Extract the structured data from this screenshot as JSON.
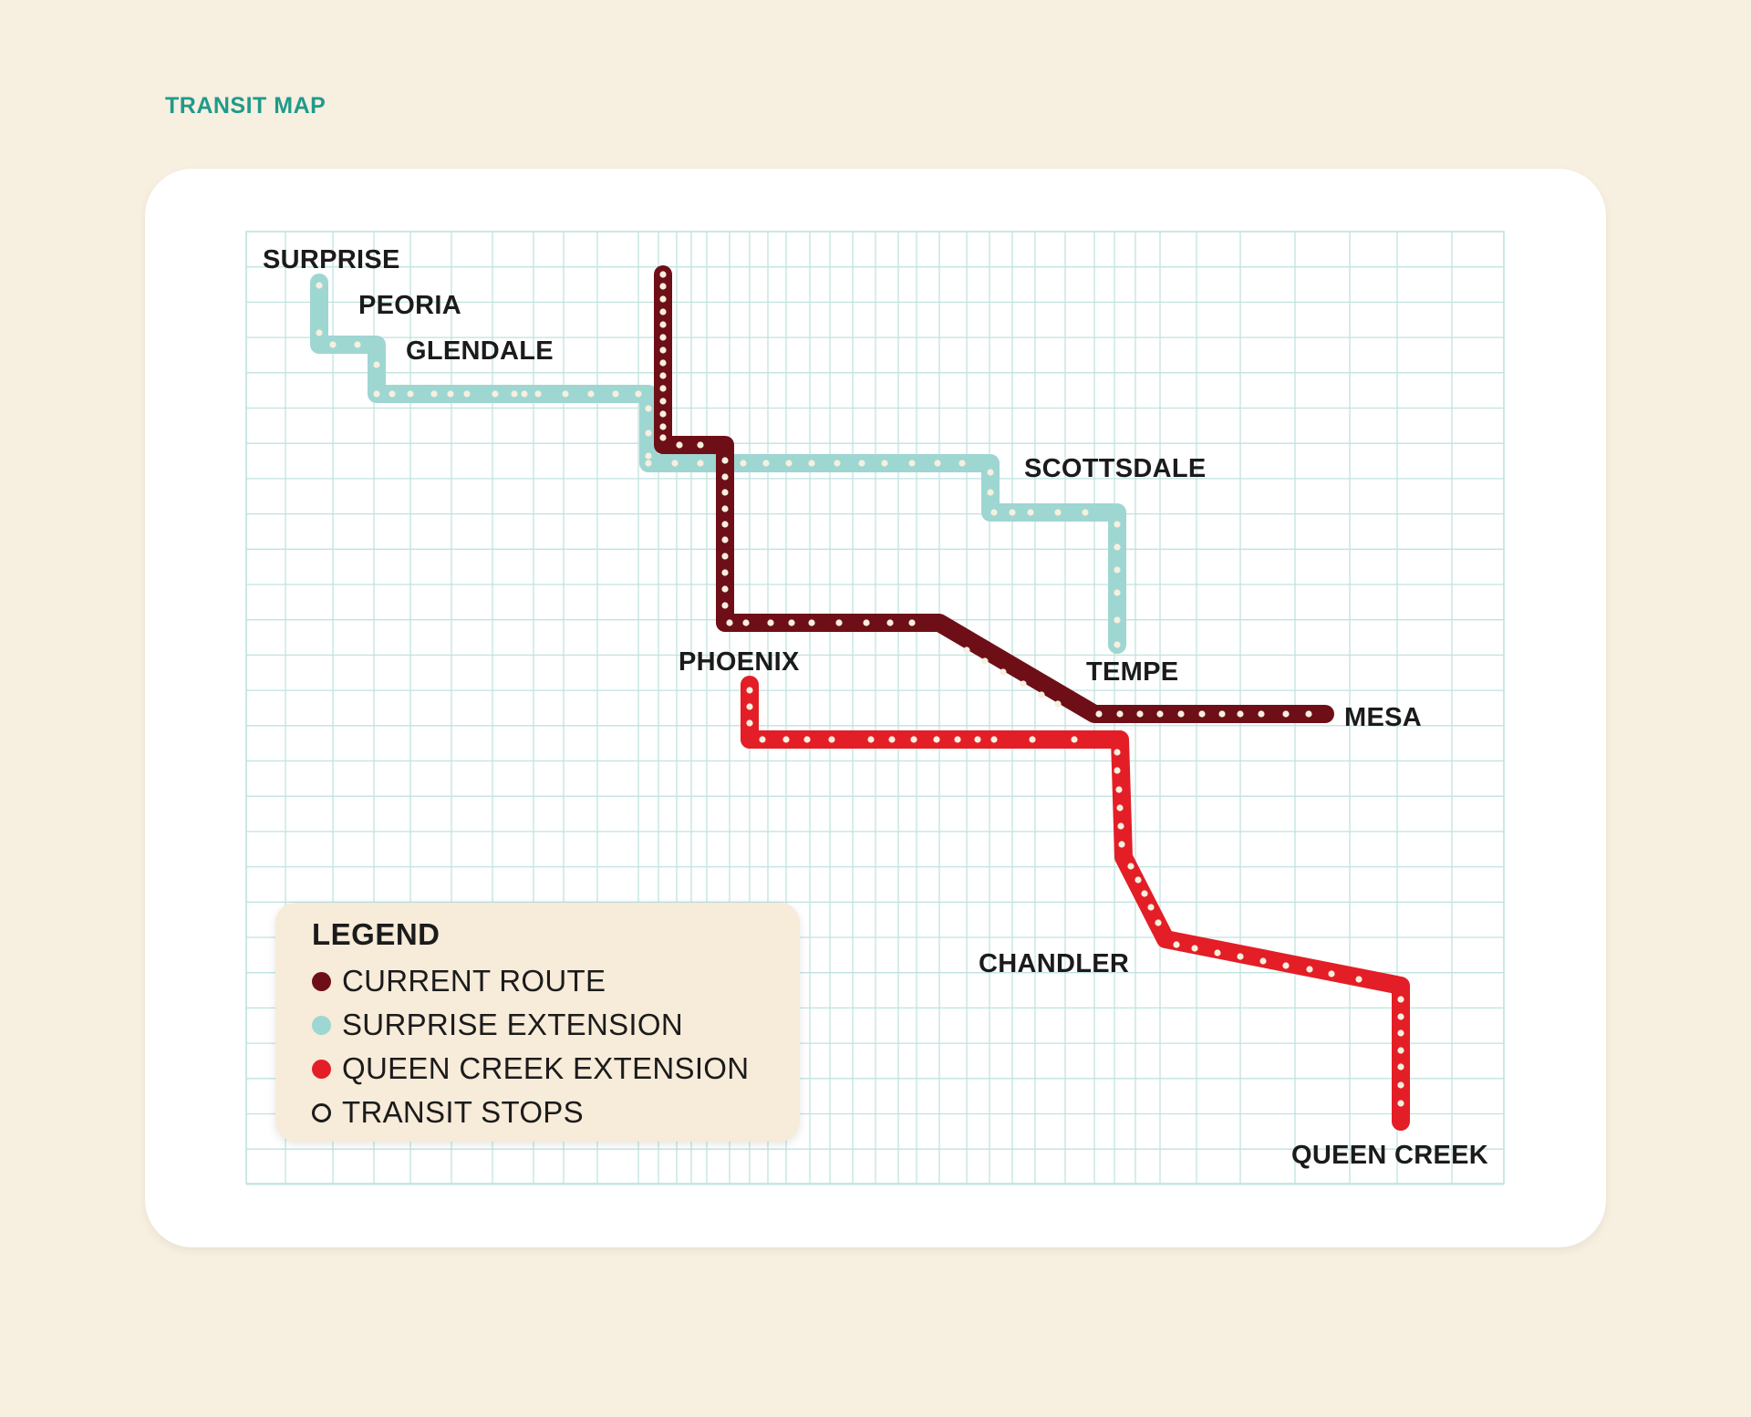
{
  "header": {
    "title": "TRANSIT MAP"
  },
  "map": {
    "stations": [
      {
        "id": "surprise",
        "label": "SURPRISE"
      },
      {
        "id": "peoria",
        "label": "PEORIA"
      },
      {
        "id": "glendale",
        "label": "GLENDALE"
      },
      {
        "id": "scottsdale",
        "label": "SCOTTSDALE"
      },
      {
        "id": "phoenix",
        "label": "PHOENIX"
      },
      {
        "id": "tempe",
        "label": "TEMPE"
      },
      {
        "id": "mesa",
        "label": "MESA"
      },
      {
        "id": "chandler",
        "label": "CHANDLER"
      },
      {
        "id": "queen-creek",
        "label": "QUEEN CREEK"
      }
    ],
    "routes": [
      {
        "id": "current-route",
        "color": "#6e0f17"
      },
      {
        "id": "surprise-extension",
        "color": "#9ed6d2"
      },
      {
        "id": "queen-creek-extension",
        "color": "#e31e26"
      }
    ],
    "stop_color": "#f7efdf",
    "grid_color": "#bfe3e0"
  },
  "legend": {
    "title": "LEGEND",
    "items": [
      {
        "label": "CURRENT ROUTE",
        "color": "#6e0f17",
        "type": "dot"
      },
      {
        "label": "SURPRISE EXTENSION",
        "color": "#9ed6d2",
        "type": "dot"
      },
      {
        "label": "QUEEN CREEK EXTENSION",
        "color": "#e31e26",
        "type": "dot"
      },
      {
        "label": "TRANSIT STOPS",
        "color": "#1b1b1b",
        "type": "ring"
      }
    ]
  }
}
